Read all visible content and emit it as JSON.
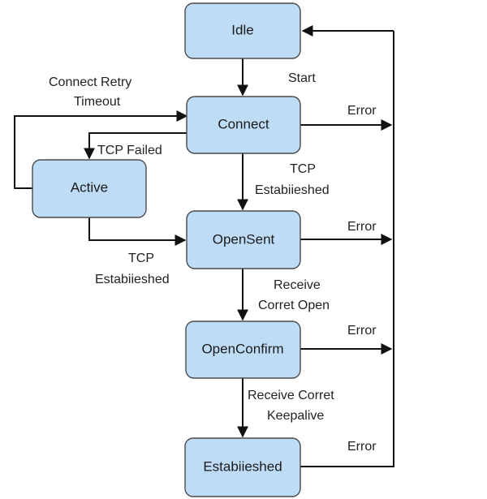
{
  "states": {
    "idle": "Idle",
    "connect": "Connect",
    "active": "Active",
    "opensent": "OpenSent",
    "openconfirm": "OpenConfirm",
    "established": "Estabiieshed"
  },
  "transitions": {
    "start": "Start",
    "connect_retry_line1": "Connect Retry",
    "connect_retry_line2": "Timeout",
    "tcp_failed": "TCP Failed",
    "tcp_established_a_line1": "TCP",
    "tcp_established_a_line2": "Estabiieshed",
    "tcp_established_b_line1": "TCP",
    "tcp_established_b_line2": "Estabiieshed",
    "receive_open_line1": "Receive",
    "receive_open_line2": "Corret Open",
    "receive_keepalive_line1": "Receive Corret",
    "receive_keepalive_line2": "Keepalive",
    "error_connect": "Error",
    "error_opensent": "Error",
    "error_openconfirm": "Error",
    "error_established": "Error"
  }
}
